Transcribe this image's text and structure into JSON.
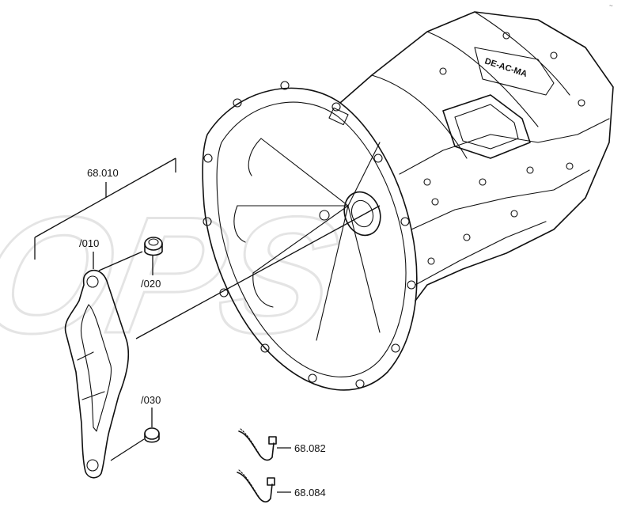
{
  "watermark": "OPS",
  "callouts": {
    "group": "68.010",
    "fork": "/010",
    "pivot": "/020",
    "ball_stud": "/030",
    "cable_tie_1": "68.082",
    "cable_tie_2": "68.084"
  },
  "housing_label": "DE-AC-MA",
  "corner_mark": "~"
}
